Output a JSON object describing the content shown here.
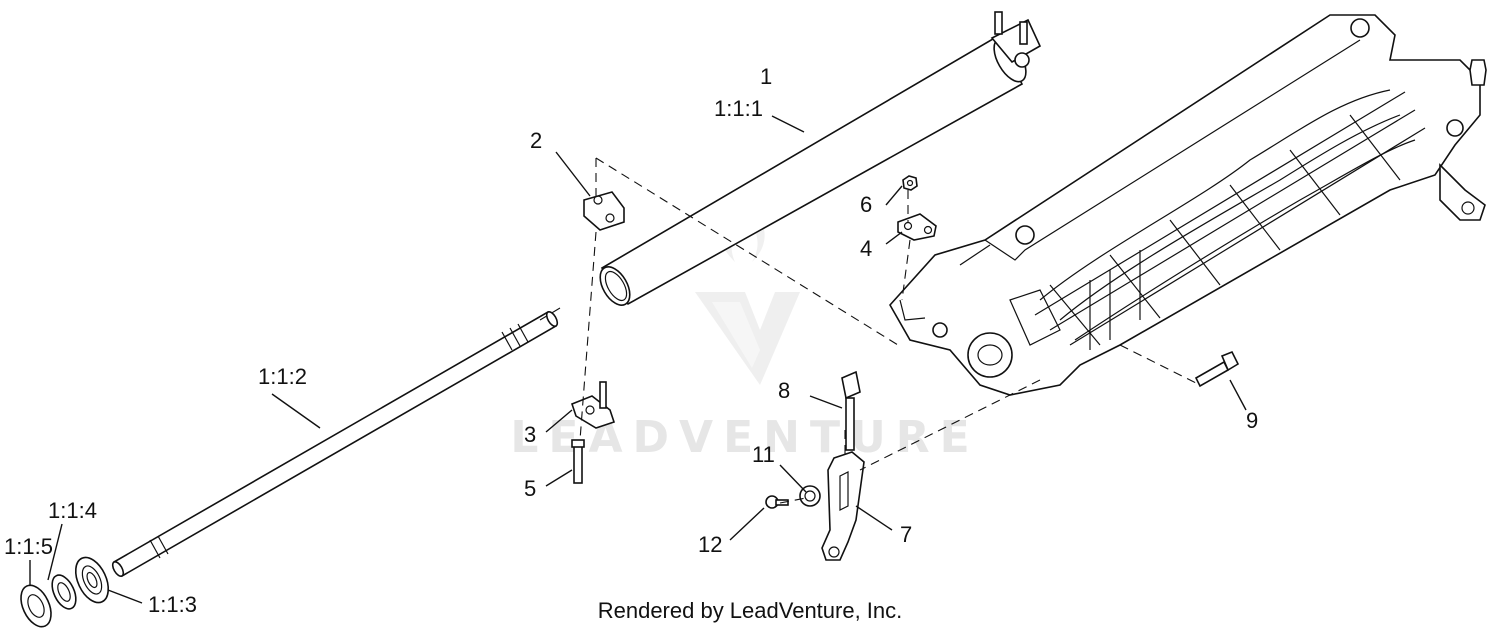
{
  "callouts": {
    "c1": "1",
    "c1_1_1": "1:1:1",
    "c2": "2",
    "c3": "3",
    "c4": "4",
    "c5": "5",
    "c6": "6",
    "c7": "7",
    "c8": "8",
    "c9": "9",
    "c11": "11",
    "c12": "12",
    "c1_1_2": "1:1:2",
    "c1_1_3": "1:1:3",
    "c1_1_4": "1:1:4",
    "c1_1_5": "1:1:5"
  },
  "watermark": {
    "text": "LEADVENTURE"
  },
  "footer": {
    "text": "Rendered by LeadVenture, Inc."
  }
}
